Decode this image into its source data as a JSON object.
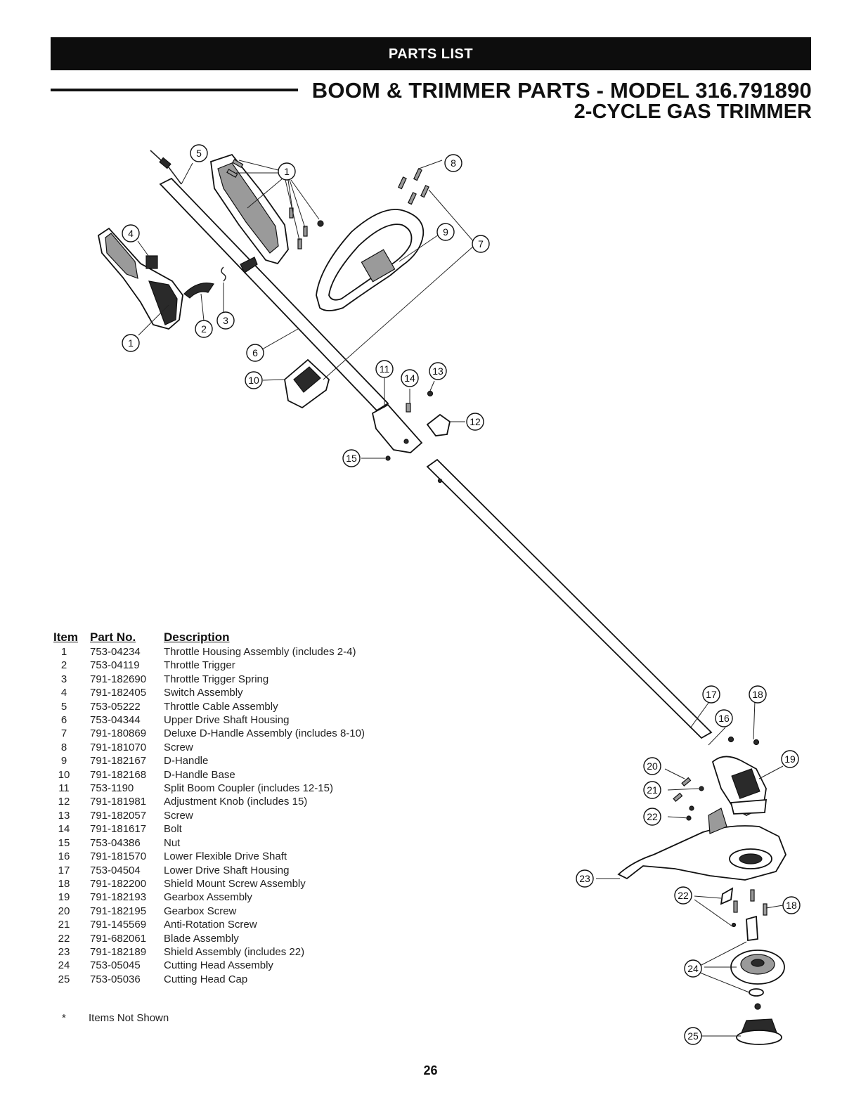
{
  "header": {
    "banner": "PARTS LIST",
    "title_line1": "BOOM & TRIMMER PARTS - MODEL 316.791890",
    "title_line2": "2-CYCLE GAS TRIMMER"
  },
  "diagram": {
    "callouts": [
      "1",
      "2",
      "3",
      "4",
      "5",
      "6",
      "7",
      "8",
      "9",
      "10",
      "11",
      "12",
      "13",
      "14",
      "15",
      "16",
      "17",
      "18",
      "19",
      "20",
      "21",
      "22",
      "23",
      "24",
      "25"
    ]
  },
  "parts_table": {
    "headers": {
      "item": "Item",
      "part_no": "Part No.",
      "description": "Description"
    },
    "rows": [
      {
        "item": "1",
        "part_no": "753-04234",
        "description": "Throttle Housing Assembly (includes 2-4)"
      },
      {
        "item": "2",
        "part_no": "753-04119",
        "description": "Throttle Trigger"
      },
      {
        "item": "3",
        "part_no": "791-182690",
        "description": "Throttle Trigger Spring"
      },
      {
        "item": "4",
        "part_no": "791-182405",
        "description": "Switch Assembly"
      },
      {
        "item": "5",
        "part_no": "753-05222",
        "description": "Throttle Cable Assembly"
      },
      {
        "item": "6",
        "part_no": "753-04344",
        "description": "Upper Drive Shaft Housing"
      },
      {
        "item": "7",
        "part_no": "791-180869",
        "description": "Deluxe D-Handle Assembly (includes 8-10)"
      },
      {
        "item": "8",
        "part_no": "791-181070",
        "description": "Screw"
      },
      {
        "item": "9",
        "part_no": "791-182167",
        "description": "D-Handle"
      },
      {
        "item": "10",
        "part_no": "791-182168",
        "description": "D-Handle Base"
      },
      {
        "item": "11",
        "part_no": "753-1190",
        "description": "Split Boom Coupler (includes 12-15)"
      },
      {
        "item": "12",
        "part_no": "791-181981",
        "description": "Adjustment Knob (includes 15)"
      },
      {
        "item": "13",
        "part_no": "791-182057",
        "description": "Screw"
      },
      {
        "item": "14",
        "part_no": "791-181617",
        "description": "Bolt"
      },
      {
        "item": "15",
        "part_no": "753-04386",
        "description": "Nut"
      },
      {
        "item": "16",
        "part_no": "791-181570",
        "description": "Lower Flexible Drive Shaft"
      },
      {
        "item": "17",
        "part_no": "753-04504",
        "description": "Lower Drive Shaft Housing"
      },
      {
        "item": "18",
        "part_no": "791-182200",
        "description": "Shield Mount Screw Assembly"
      },
      {
        "item": "19",
        "part_no": "791-182193",
        "description": "Gearbox Assembly"
      },
      {
        "item": "20",
        "part_no": "791-182195",
        "description": "Gearbox Screw"
      },
      {
        "item": "21",
        "part_no": "791-145569",
        "description": "Anti-Rotation Screw"
      },
      {
        "item": "22",
        "part_no": "791-682061",
        "description": "Blade Assembly"
      },
      {
        "item": "23",
        "part_no": "791-182189",
        "description": "Shield Assembly (includes 22)"
      },
      {
        "item": "24",
        "part_no": "753-05045",
        "description": "Cutting Head Assembly"
      },
      {
        "item": "25",
        "part_no": "753-05036",
        "description": "Cutting Head Cap"
      }
    ]
  },
  "footnote": {
    "symbol": "*",
    "text": "Items Not Shown"
  },
  "page_number": "26"
}
